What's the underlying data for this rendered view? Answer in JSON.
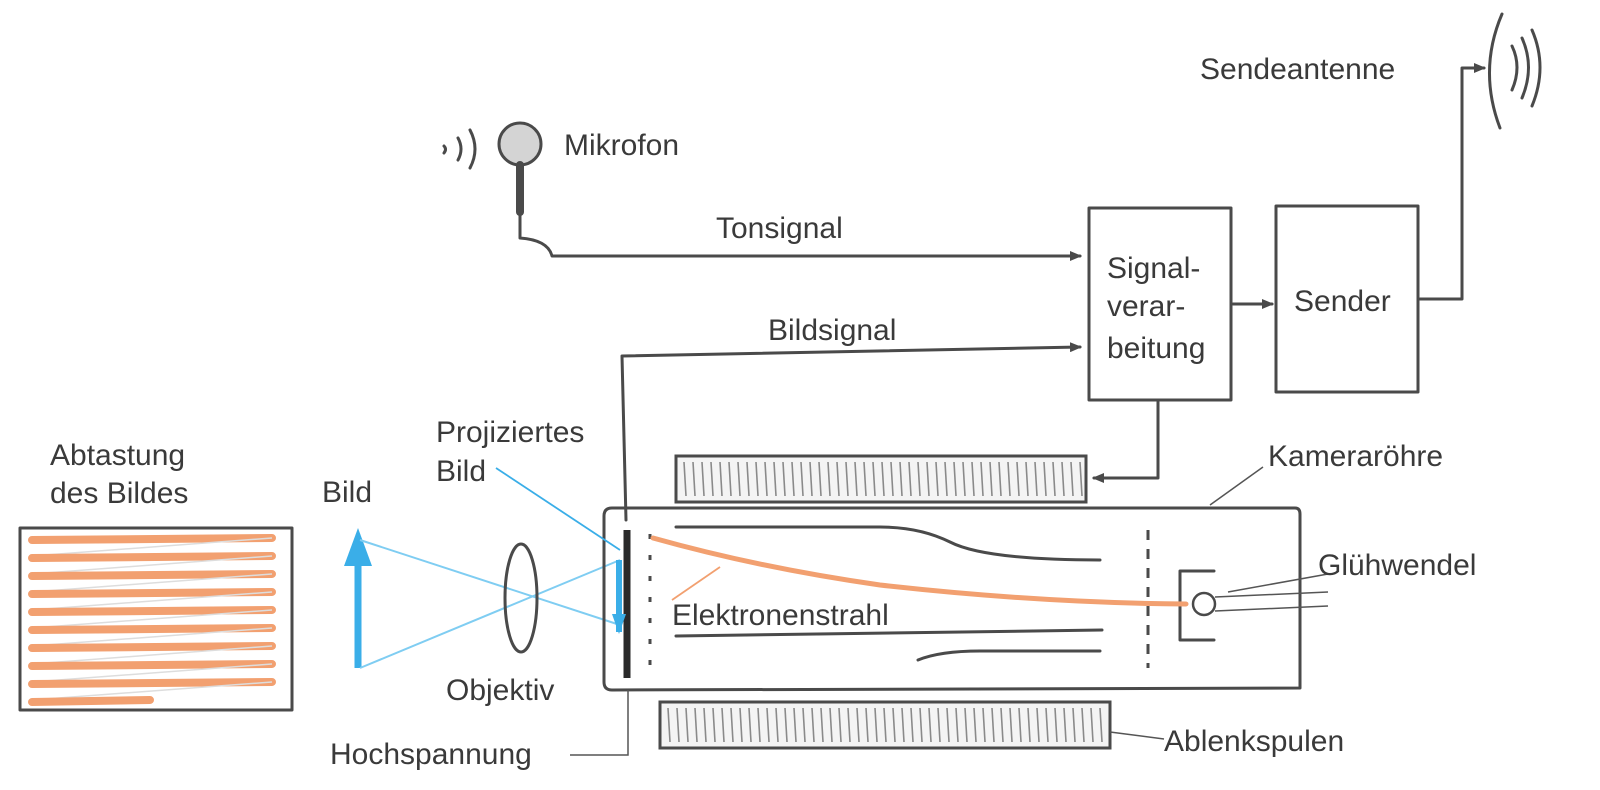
{
  "colors": {
    "ink": "#4a4a4a",
    "text": "#3a3a3a",
    "scan_lines": "#f2a070",
    "electron_beam": "#f2a070",
    "optics": "#3aaee8"
  },
  "icons": [
    "microphone-icon",
    "sound-waves-icon",
    "antenna-icon",
    "lens-icon",
    "filament-icon",
    "arrow-icon"
  ],
  "labels": {
    "sendeantenne": "Sendeantenne",
    "mikrofon": "Mikrofon",
    "tonsignal": "Tonsignal",
    "bildsignal": "Bildsignal",
    "signal_processing": [
      "Signal-",
      "verar-",
      "beitung"
    ],
    "sender": "Sender",
    "projected_image": [
      "Projiziertes",
      "Bild"
    ],
    "scanning": [
      "Abtastung",
      "des Bildes"
    ],
    "bild": "Bild",
    "kameraroehre": "Kameraröhre",
    "gluehwendel": "Glühwendel",
    "elektronenstrahl": "Elektronenstrahl",
    "objektiv": "Objektiv",
    "hochspannung": "Hochspannung",
    "ablenkspulen": "Ablenkspulen"
  }
}
